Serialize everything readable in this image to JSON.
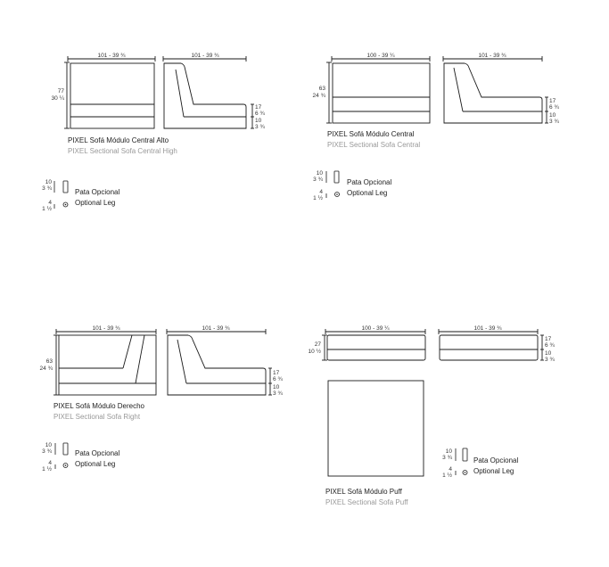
{
  "modules": [
    {
      "title": "PIXEL Sofá Módulo Central Alto",
      "subtitle": "PIXEL Sectional Sofa Central High",
      "front_width": "101 - 39 ¾",
      "side_width": "101 - 39 ¾",
      "height": [
        "77",
        "30 ¼"
      ],
      "seat_height": [
        "17",
        "6 ¾"
      ],
      "base_height": [
        "10",
        "3 ¾"
      ]
    },
    {
      "title": "PIXEL Sofá Módulo Central",
      "subtitle": "PIXEL Sectional Sofa Central",
      "front_width": "100 - 39 ¼",
      "side_width": "101 - 39 ¾",
      "height": [
        "63",
        "24 ¾"
      ],
      "seat_height": [
        "17",
        "6 ¾"
      ],
      "base_height": [
        "10",
        "3 ¾"
      ]
    },
    {
      "title": "PIXEL Sofá Módulo Derecho",
      "subtitle": "PIXEL Sectional Sofa Right",
      "front_width": "101 - 39 ¾",
      "side_width": "101 - 39 ¾",
      "height": [
        "63",
        "24 ¾"
      ],
      "seat_height": [
        "17",
        "6 ¾"
      ],
      "base_height": [
        "10",
        "3 ¾"
      ]
    },
    {
      "title": "PIXEL Sofá Módulo Puff",
      "subtitle": "PIXEL Sectional Sofa Puff",
      "front_width": "100 - 39 ¼",
      "side_width": "101 - 39 ¾",
      "height": [
        "27",
        "10 ½"
      ],
      "seat_height": [
        "17",
        "6 ¾"
      ],
      "base_height": [
        "10",
        "3 ¾"
      ]
    }
  ],
  "legend": {
    "leg_height": [
      "10",
      "3 ¾"
    ],
    "leg_diameter": [
      "4",
      "1 ½"
    ],
    "label_es": "Pata Opcional",
    "label_en": "Optional Leg"
  },
  "colors": {
    "line": "#1a1a1a",
    "text": "#222222",
    "subtext": "#999999"
  }
}
